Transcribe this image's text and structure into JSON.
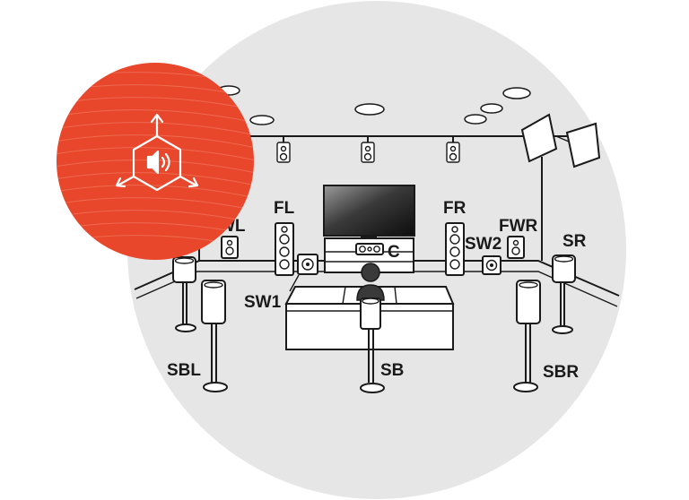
{
  "badge": {
    "accent": "#e8472c",
    "icon": "speaker-icon"
  },
  "circle_bg": "#e6e6e6",
  "labels": {
    "fl": "FL",
    "fr": "FR",
    "c": "C",
    "fwl": "WL",
    "fwr": "FWR",
    "sw1": "SW1",
    "sw2": "SW2",
    "sr": "SR",
    "sbl": "SBL",
    "sb": "SB",
    "sbr": "SBR"
  }
}
